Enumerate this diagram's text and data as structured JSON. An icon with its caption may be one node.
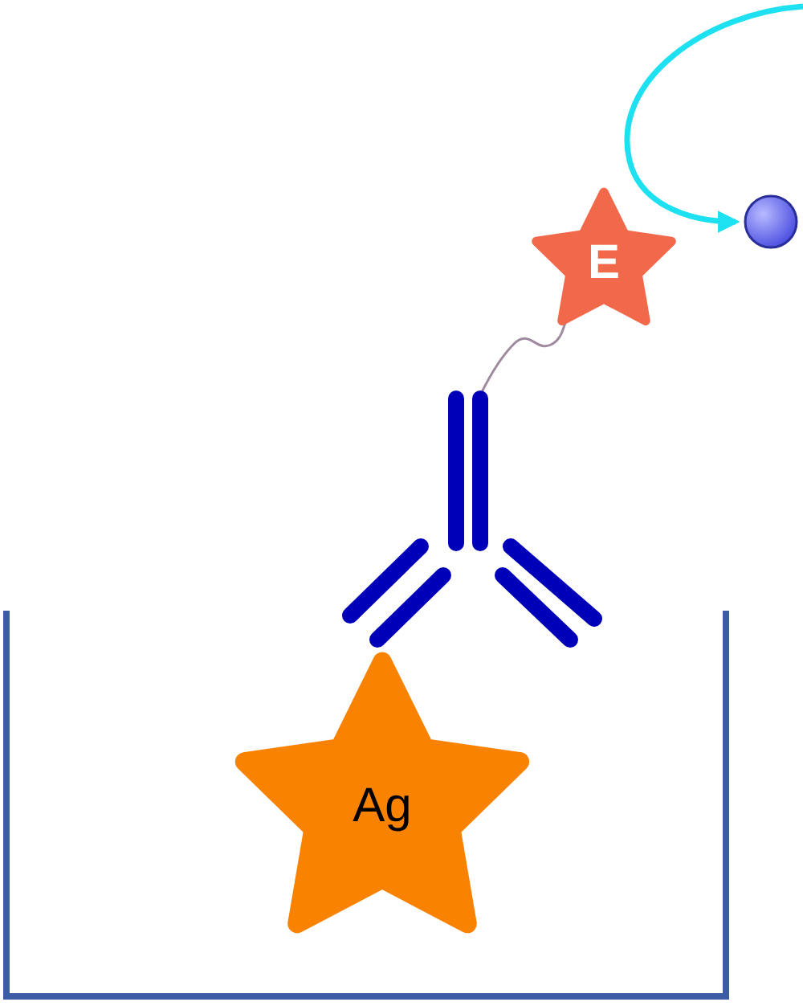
{
  "diagram": {
    "nodes": [
      {
        "text": [
          "E"
        ]
      },
      {
        "text": [],
        "shape": "antibody"
      },
      {
        "text": [
          "Ag"
        ]
      },
      {
        "text": [],
        "shape": "circle"
      }
    ],
    "edges": [
      {
        "from": 1,
        "to": 0,
        "arrow": "none",
        "color": "#a08aa0"
      },
      {
        "from": null,
        "to": 3,
        "arrow": "to",
        "style": "thick",
        "color": "#1de0f0"
      }
    ]
  }
}
